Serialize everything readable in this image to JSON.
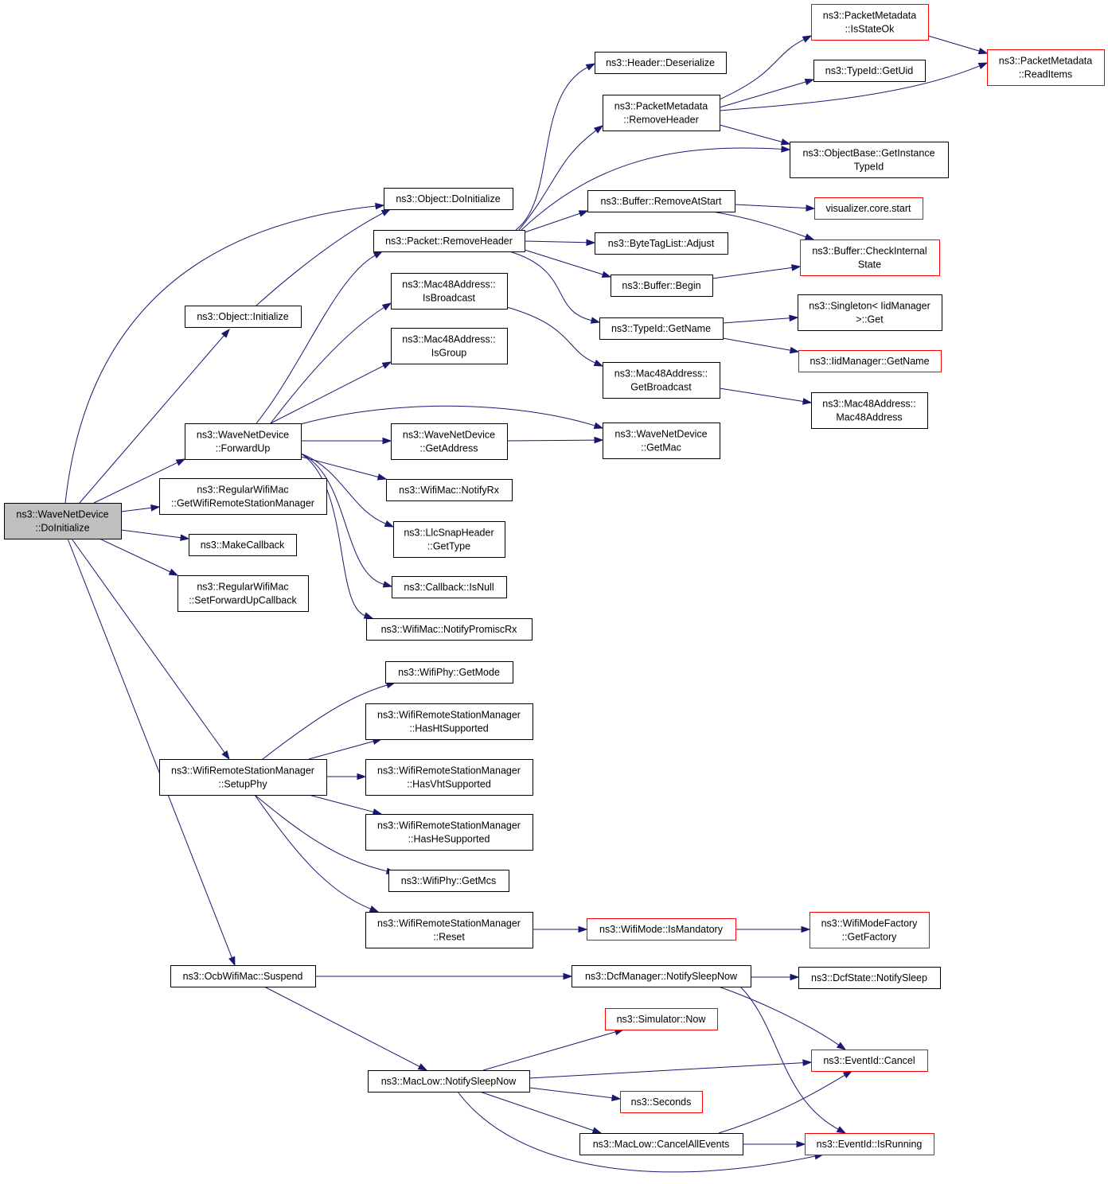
{
  "colors": {
    "edge": "#191970",
    "node_border": "#000000",
    "truncated_node_border": "#ff0000",
    "root_fill": "#bfbfbf",
    "node_fill": "#ffffff"
  },
  "root": "n_root",
  "nodes": {
    "n_root": {
      "lines": [
        "ns3::WaveNetDevice",
        "::DoInitialize"
      ],
      "truncated": false
    },
    "n_objdoinit": {
      "lines": [
        "ns3::Object::DoInitialize"
      ],
      "truncated": false
    },
    "n_objinit": {
      "lines": [
        "ns3::Object::Initialize"
      ],
      "truncated": false
    },
    "n_fwdup": {
      "lines": [
        "ns3::WaveNetDevice",
        "::ForwardUp"
      ],
      "truncated": false
    },
    "n_getwrsm": {
      "lines": [
        "ns3::RegularWifiMac",
        "::GetWifiRemoteStationManager"
      ],
      "truncated": false
    },
    "n_makecb": {
      "lines": [
        "ns3::MakeCallback"
      ],
      "truncated": false
    },
    "n_setfwdcb": {
      "lines": [
        "ns3::RegularWifiMac",
        "::SetForwardUpCallback"
      ],
      "truncated": false
    },
    "n_setupphy": {
      "lines": [
        "ns3::WifiRemoteStationManager",
        "::SetupPhy"
      ],
      "truncated": false
    },
    "n_suspend": {
      "lines": [
        "ns3::OcbWifiMac::Suspend"
      ],
      "truncated": false
    },
    "n_pktremhdr": {
      "lines": [
        "ns3::Packet::RemoveHeader"
      ],
      "truncated": false
    },
    "n_isbcast": {
      "lines": [
        "ns3::Mac48Address::",
        "IsBroadcast"
      ],
      "truncated": false
    },
    "n_isgroup": {
      "lines": [
        "ns3::Mac48Address::",
        "IsGroup"
      ],
      "truncated": false
    },
    "n_getaddr": {
      "lines": [
        "ns3::WaveNetDevice",
        "::GetAddress"
      ],
      "truncated": false
    },
    "n_notifyrx": {
      "lines": [
        "ns3::WifiMac::NotifyRx"
      ],
      "truncated": false
    },
    "n_llcgettype": {
      "lines": [
        "ns3::LlcSnapHeader",
        "::GetType"
      ],
      "truncated": false
    },
    "n_cbisnull": {
      "lines": [
        "ns3::Callback::IsNull"
      ],
      "truncated": false
    },
    "n_notifypromisc": {
      "lines": [
        "ns3::WifiMac::NotifyPromiscRx"
      ],
      "truncated": false
    },
    "n_getmode": {
      "lines": [
        "ns3::WifiPhy::GetMode"
      ],
      "truncated": false
    },
    "n_hasht": {
      "lines": [
        "ns3::WifiRemoteStationManager",
        "::HasHtSupported"
      ],
      "truncated": false
    },
    "n_hasvht": {
      "lines": [
        "ns3::WifiRemoteStationManager",
        "::HasVhtSupported"
      ],
      "truncated": false
    },
    "n_hashe": {
      "lines": [
        "ns3::WifiRemoteStationManager",
        "::HasHeSupported"
      ],
      "truncated": false
    },
    "n_getmcs": {
      "lines": [
        "ns3::WifiPhy::GetMcs"
      ],
      "truncated": false
    },
    "n_reset": {
      "lines": [
        "ns3::WifiRemoteStationManager",
        "::Reset"
      ],
      "truncated": false
    },
    "n_hdrdeser": {
      "lines": [
        "ns3::Header::Deserialize"
      ],
      "truncated": false
    },
    "n_pmremhdr": {
      "lines": [
        "ns3::PacketMetadata",
        "::RemoveHeader"
      ],
      "truncated": false
    },
    "n_bufremstart": {
      "lines": [
        "ns3::Buffer::RemoveAtStart"
      ],
      "truncated": false
    },
    "n_btladjust": {
      "lines": [
        "ns3::ByteTagList::Adjust"
      ],
      "truncated": false
    },
    "n_bufbegin": {
      "lines": [
        "ns3::Buffer::Begin"
      ],
      "truncated": false
    },
    "n_tidgetname": {
      "lines": [
        "ns3::TypeId::GetName"
      ],
      "truncated": false
    },
    "n_getbcast": {
      "lines": [
        "ns3::Mac48Address::",
        "GetBroadcast"
      ],
      "truncated": false
    },
    "n_getmac": {
      "lines": [
        "ns3::WaveNetDevice",
        "::GetMac"
      ],
      "truncated": false
    },
    "n_ismandatory": {
      "lines": [
        "ns3::WifiMode::IsMandatory"
      ],
      "truncated": true
    },
    "n_dcfsleep": {
      "lines": [
        "ns3::DcfManager::NotifySleepNow"
      ],
      "truncated": false
    },
    "n_simnow": {
      "lines": [
        "ns3::Simulator::Now"
      ],
      "truncated": true
    },
    "n_macsleep": {
      "lines": [
        "ns3::MacLow::NotifySleepNow"
      ],
      "truncated": false
    },
    "n_seconds": {
      "lines": [
        "ns3::Seconds"
      ],
      "truncated": true
    },
    "n_cancelall": {
      "lines": [
        "ns3::MacLow::CancelAllEvents"
      ],
      "truncated": false
    },
    "n_pmstateok": {
      "lines": [
        "ns3::PacketMetadata",
        "::IsStateOk"
      ],
      "truncated": true
    },
    "n_tidgetuid": {
      "lines": [
        "ns3::TypeId::GetUid"
      ],
      "truncated": false
    },
    "n_getinsttid": {
      "lines": [
        "ns3::ObjectBase::GetInstance",
        "TypeId"
      ],
      "truncated": false
    },
    "n_vizstart": {
      "lines": [
        "visualizer.core.start"
      ],
      "truncated": true
    },
    "n_bufcheck": {
      "lines": [
        "ns3::Buffer::CheckInternal",
        "State"
      ],
      "truncated": true
    },
    "n_singleton": {
      "lines": [
        "ns3::Singleton< IidManager",
        ">::Get"
      ],
      "truncated": false
    },
    "n_iidgetname": {
      "lines": [
        "ns3::IidManager::GetName"
      ],
      "truncated": true
    },
    "n_mac48ctor": {
      "lines": [
        "ns3::Mac48Address::",
        "Mac48Address"
      ],
      "truncated": false
    },
    "n_modefactory": {
      "lines": [
        "ns3::WifiModeFactory",
        "::GetFactory"
      ],
      "truncated": true
    },
    "n_dcfstate": {
      "lines": [
        "ns3::DcfState::NotifySleep"
      ],
      "truncated": false
    },
    "n_evcancel": {
      "lines": [
        "ns3::EventId::Cancel"
      ],
      "truncated": true
    },
    "n_evrunning": {
      "lines": [
        "ns3::EventId::IsRunning"
      ],
      "truncated": true
    },
    "n_pmreaditems": {
      "lines": [
        "ns3::PacketMetadata",
        "::ReadItems"
      ],
      "truncated": true
    }
  },
  "edges": [
    [
      "n_root",
      "n_objdoinit"
    ],
    [
      "n_root",
      "n_objinit"
    ],
    [
      "n_root",
      "n_fwdup"
    ],
    [
      "n_root",
      "n_getwrsm"
    ],
    [
      "n_root",
      "n_makecb"
    ],
    [
      "n_root",
      "n_setfwdcb"
    ],
    [
      "n_root",
      "n_setupphy"
    ],
    [
      "n_root",
      "n_suspend"
    ],
    [
      "n_objinit",
      "n_objdoinit"
    ],
    [
      "n_fwdup",
      "n_pktremhdr"
    ],
    [
      "n_fwdup",
      "n_isbcast"
    ],
    [
      "n_fwdup",
      "n_isgroup"
    ],
    [
      "n_fwdup",
      "n_getaddr"
    ],
    [
      "n_fwdup",
      "n_getmac"
    ],
    [
      "n_fwdup",
      "n_notifyrx"
    ],
    [
      "n_fwdup",
      "n_llcgettype"
    ],
    [
      "n_fwdup",
      "n_cbisnull"
    ],
    [
      "n_fwdup",
      "n_notifypromisc"
    ],
    [
      "n_isbcast",
      "n_getbcast"
    ],
    [
      "n_getaddr",
      "n_getmac"
    ],
    [
      "n_getbcast",
      "n_mac48ctor"
    ],
    [
      "n_pktremhdr",
      "n_hdrdeser"
    ],
    [
      "n_pktremhdr",
      "n_pmremhdr"
    ],
    [
      "n_pktremhdr",
      "n_getinsttid"
    ],
    [
      "n_pktremhdr",
      "n_bufremstart"
    ],
    [
      "n_pktremhdr",
      "n_btladjust"
    ],
    [
      "n_pktremhdr",
      "n_bufbegin"
    ],
    [
      "n_pktremhdr",
      "n_tidgetname"
    ],
    [
      "n_pmremhdr",
      "n_pmstateok"
    ],
    [
      "n_pmremhdr",
      "n_tidgetuid"
    ],
    [
      "n_pmremhdr",
      "n_pmreaditems"
    ],
    [
      "n_pmremhdr",
      "n_getinsttid"
    ],
    [
      "n_pmstateok",
      "n_pmreaditems"
    ],
    [
      "n_bufremstart",
      "n_vizstart"
    ],
    [
      "n_bufremstart",
      "n_bufcheck"
    ],
    [
      "n_bufbegin",
      "n_bufcheck"
    ],
    [
      "n_tidgetname",
      "n_singleton"
    ],
    [
      "n_tidgetname",
      "n_iidgetname"
    ],
    [
      "n_setupphy",
      "n_getmode"
    ],
    [
      "n_setupphy",
      "n_hasht"
    ],
    [
      "n_setupphy",
      "n_hasvht"
    ],
    [
      "n_setupphy",
      "n_hashe"
    ],
    [
      "n_setupphy",
      "n_getmcs"
    ],
    [
      "n_setupphy",
      "n_reset"
    ],
    [
      "n_reset",
      "n_ismandatory"
    ],
    [
      "n_ismandatory",
      "n_modefactory"
    ],
    [
      "n_suspend",
      "n_dcfsleep"
    ],
    [
      "n_suspend",
      "n_macsleep"
    ],
    [
      "n_dcfsleep",
      "n_dcfstate"
    ],
    [
      "n_dcfsleep",
      "n_evcancel"
    ],
    [
      "n_dcfsleep",
      "n_evrunning"
    ],
    [
      "n_macsleep",
      "n_simnow"
    ],
    [
      "n_macsleep",
      "n_evcancel"
    ],
    [
      "n_macsleep",
      "n_seconds"
    ],
    [
      "n_macsleep",
      "n_cancelall"
    ],
    [
      "n_macsleep",
      "n_evrunning"
    ],
    [
      "n_cancelall",
      "n_evcancel"
    ],
    [
      "n_cancelall",
      "n_evrunning"
    ]
  ]
}
